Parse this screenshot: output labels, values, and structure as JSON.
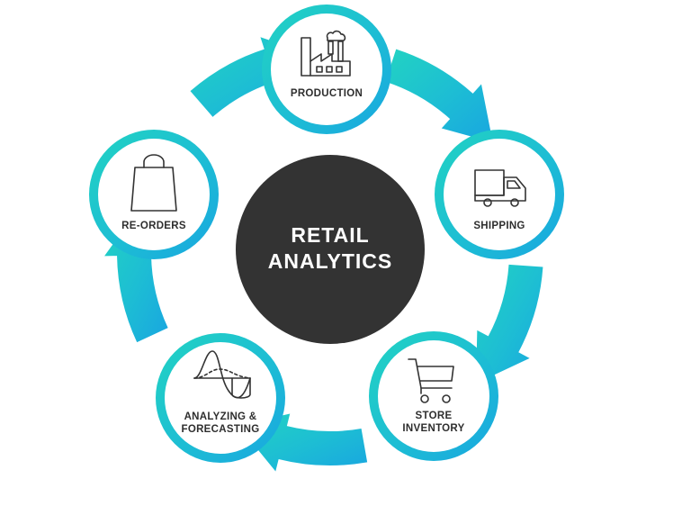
{
  "diagram": {
    "center": {
      "line1": "RETAIL",
      "line2": "ANALYTICS"
    },
    "stages": [
      {
        "id": "production",
        "icon": "factory-icon",
        "lines": [
          "PRODUCTION"
        ]
      },
      {
        "id": "shipping",
        "icon": "truck-icon",
        "lines": [
          "SHIPPING"
        ]
      },
      {
        "id": "store-inventory",
        "icon": "shopping-cart-icon",
        "lines": [
          "STORE",
          "INVENTORY"
        ]
      },
      {
        "id": "analyzing-forecasting",
        "icon": "distribution-curve-icon",
        "lines": [
          "ANALYZING &",
          "FORECASTING"
        ]
      },
      {
        "id": "re-orders",
        "icon": "shopping-bag-icon",
        "lines": [
          "RE-ORDERS"
        ]
      }
    ],
    "colors": {
      "ring_start": "#1FCFC0",
      "ring_end": "#1BA9DF",
      "center_fill": "#333333",
      "node_fill": "#ffffff",
      "text": "#2e2e2e"
    }
  }
}
